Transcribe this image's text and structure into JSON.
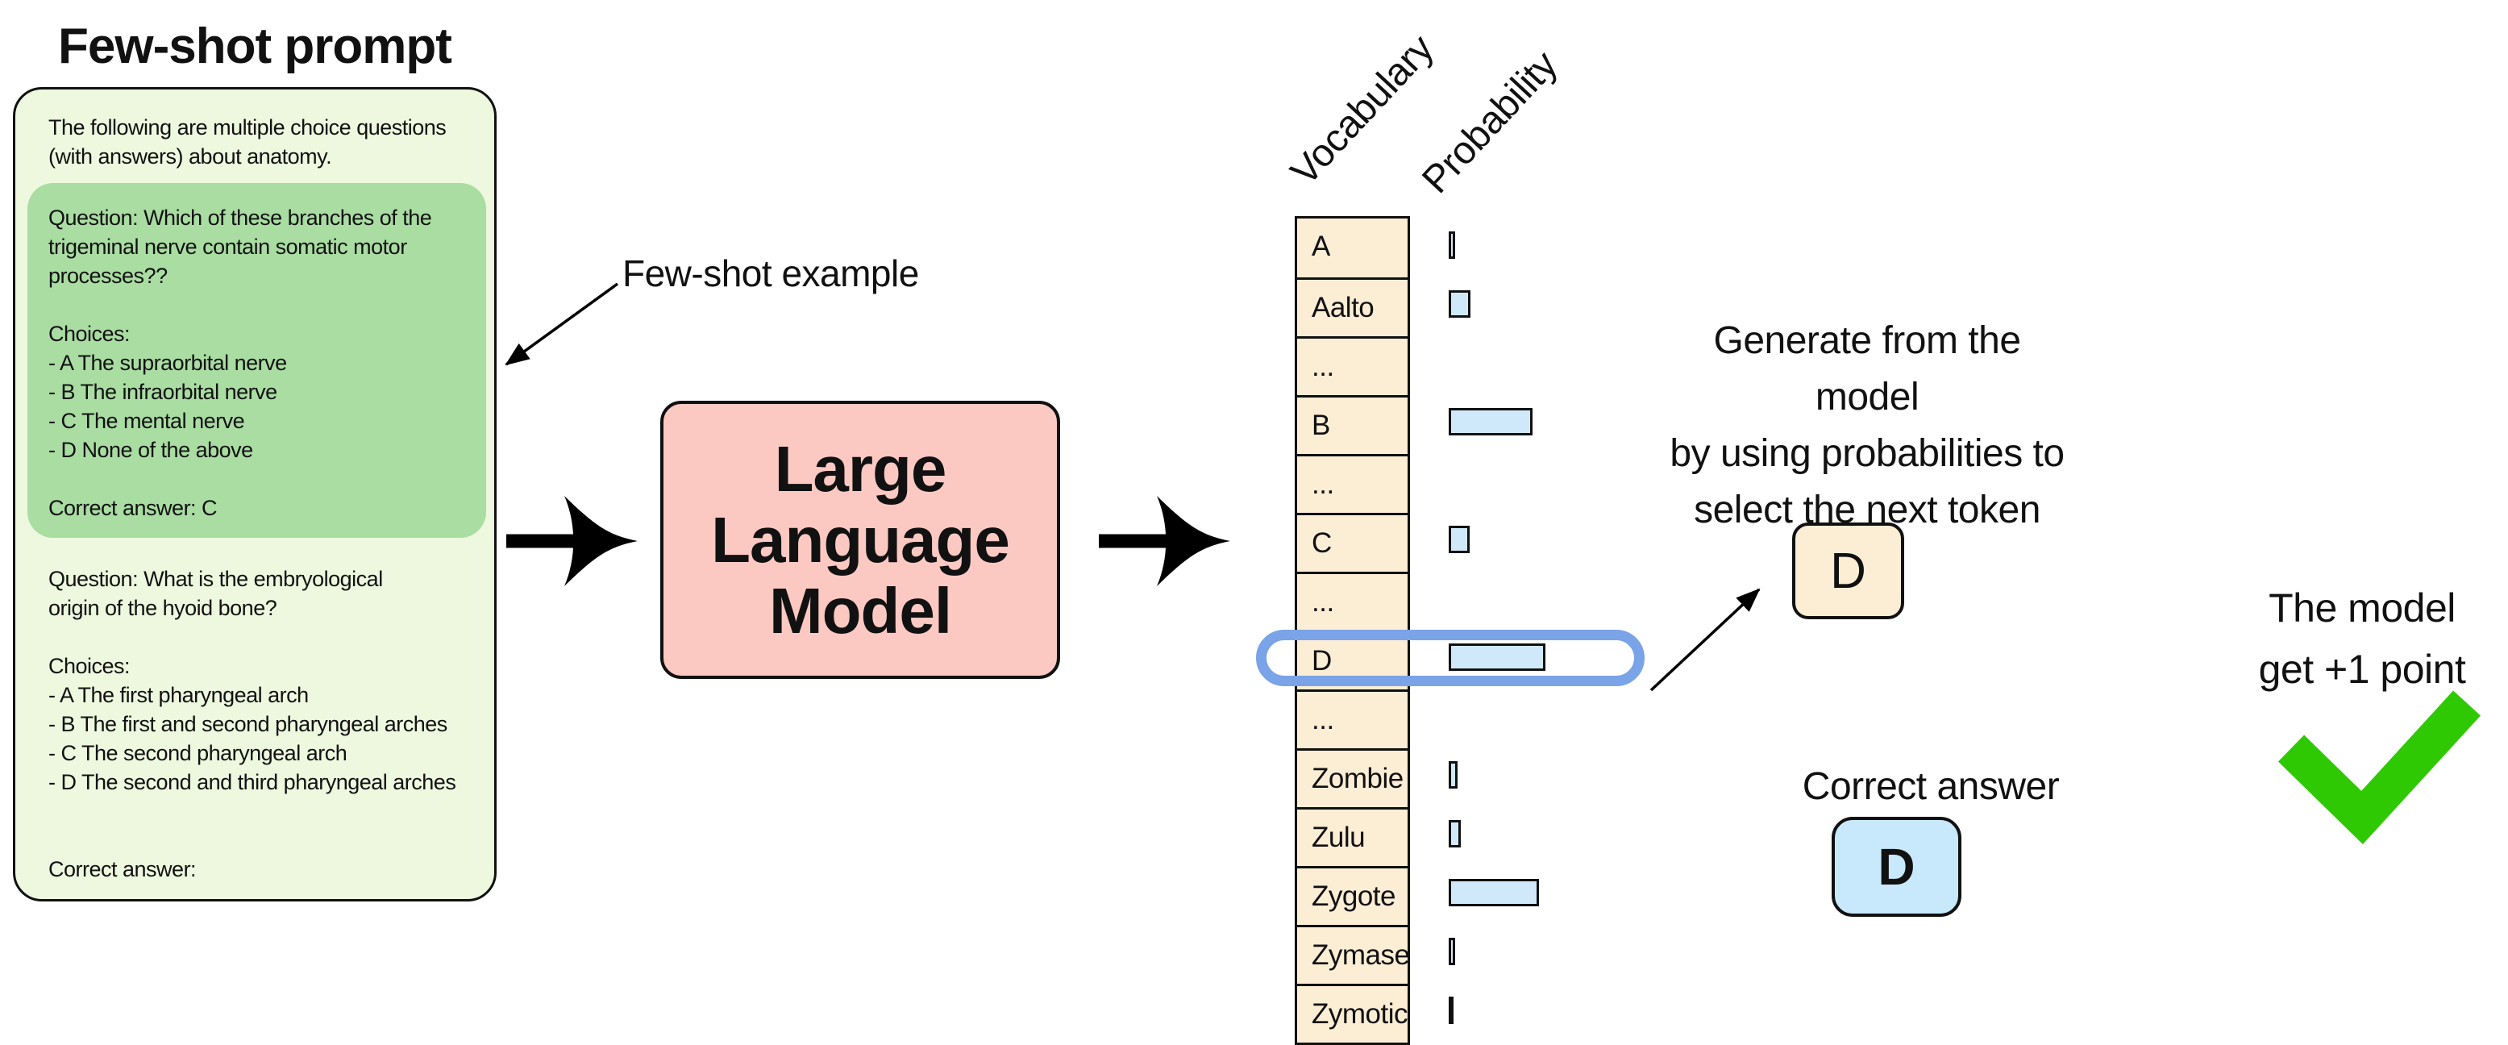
{
  "title": "Few-shot prompt",
  "prompt_box": {
    "intro_lines": [
      "The following are multiple choice questions",
      "(with answers) about anatomy."
    ],
    "example_label": "Few-shot example",
    "example_lines": [
      "Question: Which of these branches of the",
      "trigeminal nerve contain somatic motor",
      "processes??",
      "",
      "Choices:",
      "- A The supraorbital nerve",
      "- B The infraorbital nerve",
      "- C The mental nerve",
      "- D None of the above",
      "",
      "Correct answer: C"
    ],
    "query_lines": [
      "Question: What is the embryological",
      "origin of the hyoid bone?",
      "",
      "Choices:",
      "- A The first pharyngeal arch",
      "- B The first and second pharyngeal arches",
      "- C The second pharyngeal arch",
      "- D The second and third pharyngeal arches",
      "",
      "",
      "Correct answer:"
    ]
  },
  "llm_box": {
    "lines": [
      "Large",
      "Language",
      "Model"
    ]
  },
  "table": {
    "headers": [
      "Vocabulary",
      "Probability"
    ],
    "rows": [
      {
        "token": "A",
        "bar": 8
      },
      {
        "token": "Aalto",
        "bar": 27
      },
      {
        "token": "...",
        "bar": 0
      },
      {
        "token": "B",
        "bar": 104
      },
      {
        "token": "...",
        "bar": 0
      },
      {
        "token": "C",
        "bar": 26
      },
      {
        "token": "...",
        "bar": 0
      },
      {
        "token": "D",
        "bar": 120,
        "highlighted": true
      },
      {
        "token": "...",
        "bar": 0
      },
      {
        "token": "Zombie",
        "bar": 11
      },
      {
        "token": "Zulu",
        "bar": 15
      },
      {
        "token": "Zygote",
        "bar": 112
      },
      {
        "token": "Zymase",
        "bar": 8
      },
      {
        "token": "Zymotic",
        "bar": 5
      }
    ],
    "highlighted_token": "D"
  },
  "generate_text": {
    "lines": [
      "Generate from the model",
      "by using probabilities to",
      "select the next token"
    ]
  },
  "generated_token": "D",
  "correct_answer_label": "Correct answer",
  "correct_token": "D",
  "score_text": {
    "lines": [
      "The model",
      "get +1 point"
    ]
  },
  "icons": {
    "checkmark": "check-icon",
    "arrows": [
      "prompt-to-llm-arrow",
      "llm-to-table-arrow",
      "fewshot-pointer-arrow",
      "selection-to-token-arrow"
    ]
  },
  "colors": {
    "outer_box_fill": "#edf8de",
    "example_fill": "#a9dda2",
    "llm_fill": "#fcc9c2",
    "cell_fill": "#fcedd5",
    "bar_fill": "#cfe9fb",
    "highlight_ring": "#7aa3e8",
    "generated_box_fill": "#fcedd5",
    "answer_box_fill": "#c8e9fb",
    "check_green": "#2fc903"
  }
}
